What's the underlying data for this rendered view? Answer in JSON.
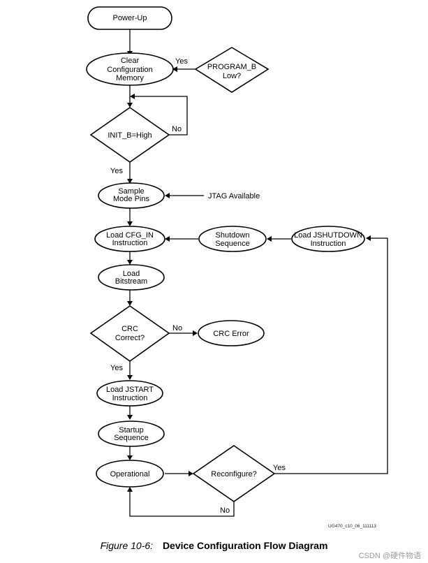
{
  "nodes": {
    "power_up": [
      "Power-Up"
    ],
    "clear_config": [
      "Clear",
      "Configuration",
      "Memory"
    ],
    "program_b": [
      "PROGRAM_B",
      "Low?"
    ],
    "init_b": [
      "INIT_B=High"
    ],
    "sample_mode": [
      "Sample",
      "Mode Pins"
    ],
    "load_cfg_in": [
      "Load CFG_IN",
      "Instruction"
    ],
    "shutdown_seq": [
      "Shutdown",
      "Sequence"
    ],
    "load_jshutdown": [
      "Load JSHUTDOWN",
      "Instruction"
    ],
    "load_bitstream": [
      "Load",
      "Bitstream"
    ],
    "crc_correct": [
      "CRC",
      "Correct?"
    ],
    "crc_error": [
      "CRC Error"
    ],
    "load_jstart": [
      "Load JSTART",
      "Instruction"
    ],
    "startup_seq": [
      "Startup",
      "Sequence"
    ],
    "operational": [
      "Operational"
    ],
    "reconfigure": [
      "Reconfigure?"
    ]
  },
  "edge_labels": {
    "program_b_yes": "Yes",
    "init_b_no": "No",
    "init_b_yes": "Yes",
    "crc_no": "No",
    "crc_yes": "Yes",
    "reconfigure_yes": "Yes",
    "reconfigure_no": "No"
  },
  "jtag_label": "JTAG Available",
  "figure_id": "UG470_c10_06_111113",
  "caption": {
    "number": "Figure 10-6:",
    "title": "Device Configuration Flow Diagram"
  },
  "watermark": "CSDN @硬件物语"
}
